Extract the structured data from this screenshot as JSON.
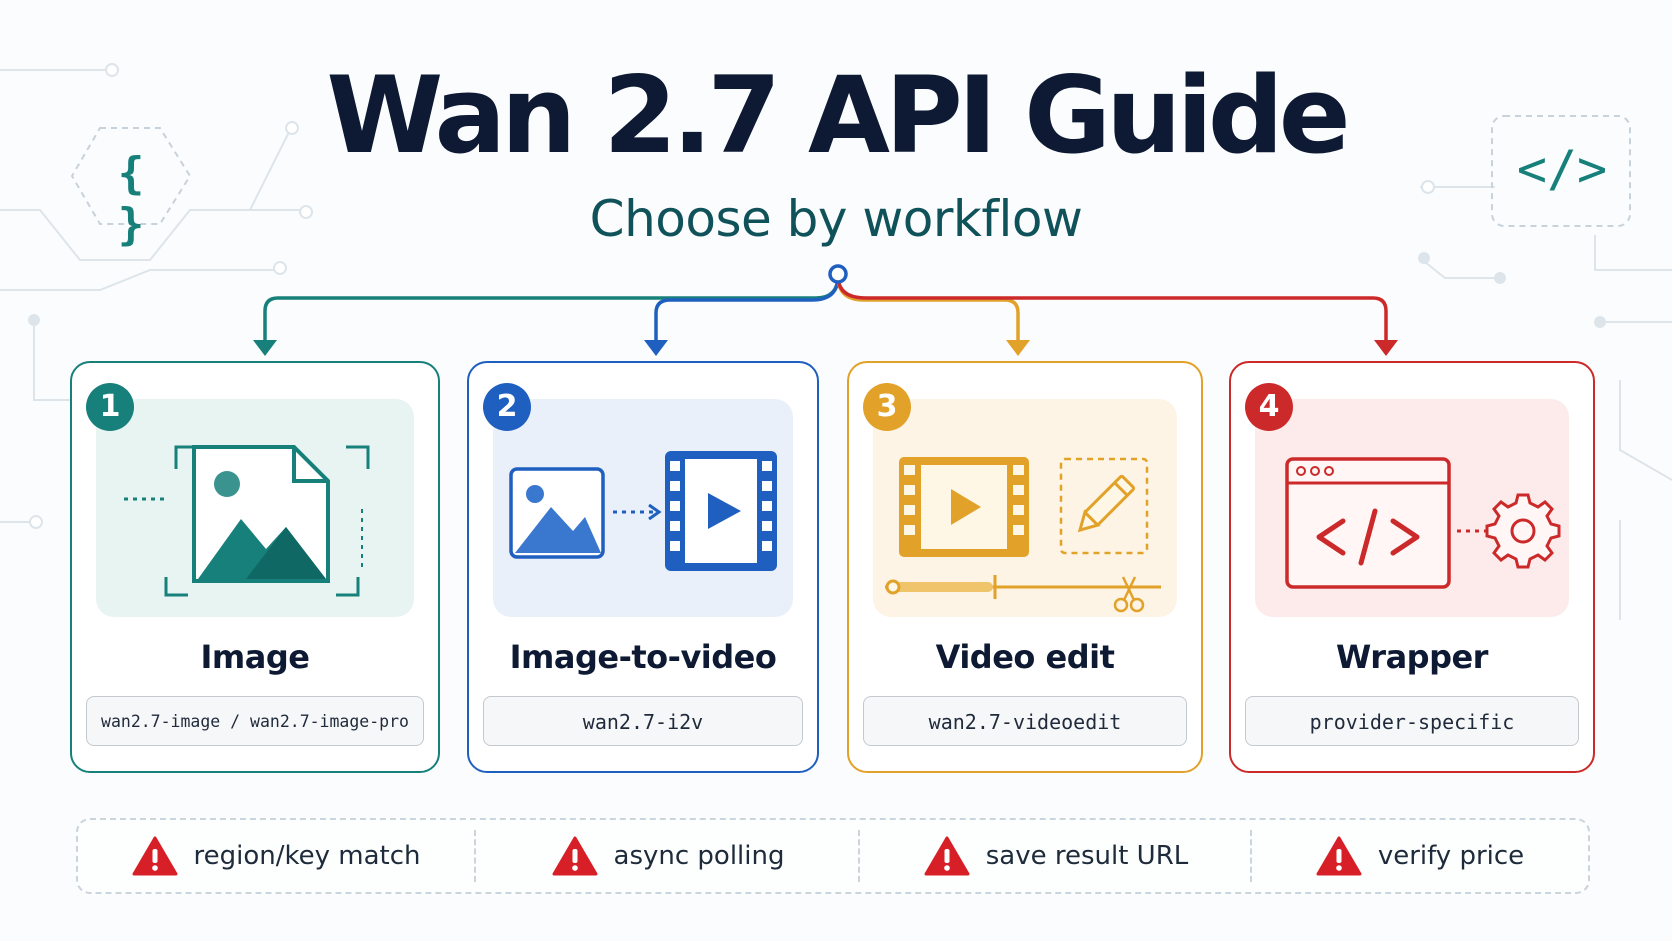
{
  "header": {
    "title": "Wan 2.7 API Guide",
    "subtitle": "Choose by workflow"
  },
  "decor": {
    "left_icon_glyph": "{ }",
    "right_icon_glyph": "</>"
  },
  "colors": {
    "title": "#0e1a33",
    "subtitle": "#10525a",
    "image": "#17807a",
    "i2v": "#1f5fbf",
    "videoedit": "#e2a22a",
    "wrapper": "#cc2a2a",
    "warning": "#d61f26"
  },
  "cards": [
    {
      "number": "1",
      "title": "Image",
      "model": "wan2.7-image / wan2.7-image-pro",
      "color": "#17807a",
      "illustration": "image-file-icon"
    },
    {
      "number": "2",
      "title": "Image-to-video",
      "model": "wan2.7-i2v",
      "color": "#1f5fbf",
      "illustration": "image-to-film-icon"
    },
    {
      "number": "3",
      "title": "Video edit",
      "model": "wan2.7-videoedit",
      "color": "#e2a22a",
      "illustration": "film-edit-icon"
    },
    {
      "number": "4",
      "title": "Wrapper",
      "model": "provider-specific",
      "color": "#cc2a2a",
      "illustration": "code-window-gear-icon"
    }
  ],
  "warnings": [
    {
      "text": "region/key match",
      "icon": "warning-icon"
    },
    {
      "text": "async polling",
      "icon": "warning-icon"
    },
    {
      "text": "save result URL",
      "icon": "warning-icon"
    },
    {
      "text": "verify price",
      "icon": "warning-icon"
    }
  ]
}
